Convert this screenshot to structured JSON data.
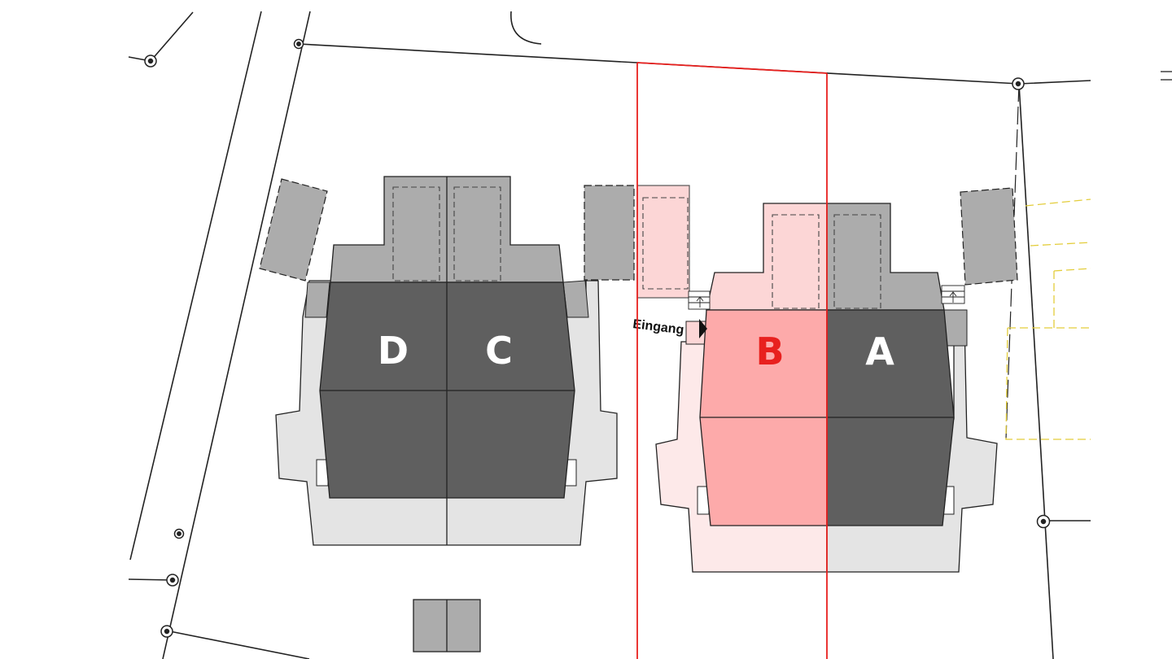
{
  "plan": {
    "units": [
      {
        "label": "D",
        "highlighted": false
      },
      {
        "label": "C",
        "highlighted": false
      },
      {
        "label": "B",
        "highlighted": true
      },
      {
        "label": "A",
        "highlighted": false
      }
    ],
    "entrance_label": "Eingang"
  },
  "colors": {
    "dark_roof": "#5f5f5f",
    "medium_gray": "#acacac",
    "light_gray": "#e4e4e4",
    "highlight_main": "#fdaaaa",
    "highlight_medium": "#fcd6d6",
    "highlight_light": "#fde9e9",
    "highlight_red": "#e8201e",
    "neighbor_yellow": "#e3cd3b",
    "line": "#222222"
  }
}
